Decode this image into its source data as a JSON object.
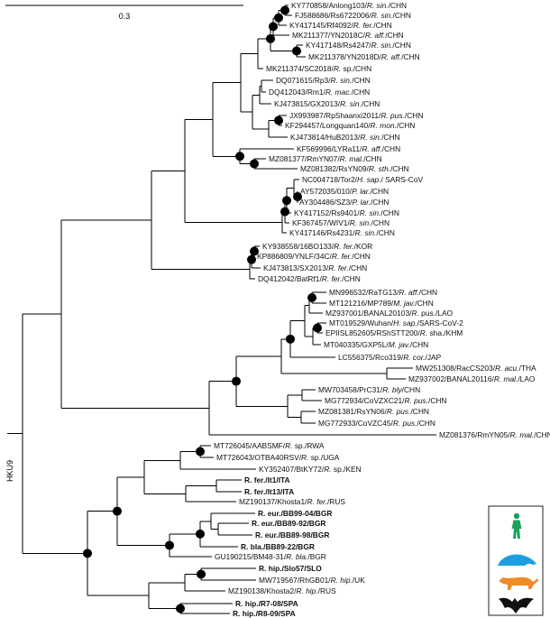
{
  "colors": {
    "black": "#111111",
    "green": "#1aa05a",
    "orange": "#f08c28",
    "blue": "#1e9ee0",
    "red": "#d8201e"
  },
  "scale_bar": {
    "label": "0.3"
  },
  "clade_label": "HKU9",
  "legend_icons": [
    "human-icon",
    "pangolin-icon",
    "civet-icon",
    "bat-icon"
  ],
  "leaves": [
    {
      "id": "L0",
      "segs": [
        {
          "t": "KY770858/Anlong103/"
        },
        {
          "t": "R. sin.",
          "i": true
        },
        {
          "t": "/CHN"
        }
      ]
    },
    {
      "id": "L1",
      "segs": [
        {
          "t": "FJ588686/Rs6722006/"
        },
        {
          "t": "R. sin.",
          "i": true
        },
        {
          "t": "/CHN"
        }
      ]
    },
    {
      "id": "L2",
      "segs": [
        {
          "t": "KY417145/Rf4092/"
        },
        {
          "t": "R. fer.",
          "i": true
        },
        {
          "t": "/CHN"
        }
      ]
    },
    {
      "id": "L3",
      "segs": [
        {
          "t": "MK211377/YN2018C/"
        },
        {
          "t": "R. aff.",
          "i": true
        },
        {
          "t": "/CHN"
        }
      ]
    },
    {
      "id": "L4",
      "segs": [
        {
          "t": "KY417148/Rs4247/"
        },
        {
          "t": "R. sin.",
          "i": true
        },
        {
          "t": "/CHN"
        }
      ]
    },
    {
      "id": "L5",
      "segs": [
        {
          "t": "MK211378/YN2018D/"
        },
        {
          "t": "R. aff.",
          "i": true
        },
        {
          "t": "/CHN"
        }
      ]
    },
    {
      "id": "L6",
      "segs": [
        {
          "t": "MK211374/SC2018/"
        },
        {
          "t": "R.",
          "i": true
        },
        {
          "t": " sp./CHN"
        }
      ]
    },
    {
      "id": "L7",
      "segs": [
        {
          "t": "DQ071615/Rp3/"
        },
        {
          "t": "R. sin.",
          "i": true
        },
        {
          "t": "/CHN"
        }
      ]
    },
    {
      "id": "L8",
      "segs": [
        {
          "t": "DQ412043/Rm1/"
        },
        {
          "t": "R. mac.",
          "i": true
        },
        {
          "t": "/CHN"
        }
      ]
    },
    {
      "id": "L9",
      "segs": [
        {
          "t": "KJ473815/GX2013/"
        },
        {
          "t": "R. sin.",
          "i": true
        },
        {
          "t": "/CHN"
        }
      ]
    },
    {
      "id": "L10",
      "segs": [
        {
          "t": "JX993987/RpShaanxi2011/"
        },
        {
          "t": "R. pus.",
          "i": true
        },
        {
          "t": "/CHN"
        }
      ]
    },
    {
      "id": "L11",
      "segs": [
        {
          "t": "KF294457/Longquan140/"
        },
        {
          "t": "R. mon.",
          "i": true
        },
        {
          "t": "/CHN"
        }
      ]
    },
    {
      "id": "L12",
      "segs": [
        {
          "t": "KJ473814/HuB2013/"
        },
        {
          "t": "R. sin.",
          "i": true
        },
        {
          "t": "/CHN"
        }
      ]
    },
    {
      "id": "L13",
      "segs": [
        {
          "t": "KF569996/LYRa11/"
        },
        {
          "t": "R. aff.",
          "i": true
        },
        {
          "t": "/CHN"
        }
      ]
    },
    {
      "id": "L14",
      "segs": [
        {
          "t": "MZ081377/RmYN07/"
        },
        {
          "t": "R. mal.",
          "i": true
        },
        {
          "t": "/CHN"
        }
      ]
    },
    {
      "id": "L15",
      "segs": [
        {
          "t": "MZ081382/RsYN09/"
        },
        {
          "t": "R. sth.",
          "i": true
        },
        {
          "t": "/CHN"
        }
      ]
    },
    {
      "id": "L16",
      "color": "green",
      "segs": [
        {
          "t": "NC004718/Tor2/"
        },
        {
          "t": "H. sap.",
          "i": true
        },
        {
          "t": "/ SARS-CoV"
        }
      ]
    },
    {
      "id": "L17",
      "color": "orange",
      "segs": [
        {
          "t": "AY572035/010/"
        },
        {
          "t": "P. lar.",
          "i": true
        },
        {
          "t": "/CHN"
        }
      ]
    },
    {
      "id": "L18",
      "color": "orange",
      "segs": [
        {
          "t": "AY304486/SZ3/"
        },
        {
          "t": "P. lar.",
          "i": true
        },
        {
          "t": "/CHN"
        }
      ]
    },
    {
      "id": "L19",
      "segs": [
        {
          "t": "KY417152/Rs9401/"
        },
        {
          "t": "R. sin.",
          "i": true
        },
        {
          "t": "/CHN"
        }
      ]
    },
    {
      "id": "L20",
      "segs": [
        {
          "t": "KF367457/WIV1/"
        },
        {
          "t": "R. sin.",
          "i": true
        },
        {
          "t": "/CHN"
        }
      ]
    },
    {
      "id": "L21",
      "segs": [
        {
          "t": "KY417146/Rs4231/"
        },
        {
          "t": "R. sin.",
          "i": true
        },
        {
          "t": "/CHN"
        }
      ]
    },
    {
      "id": "L22",
      "segs": [
        {
          "t": "KY938558/16BO133/"
        },
        {
          "t": "R. fer.",
          "i": true
        },
        {
          "t": "/KOR"
        }
      ]
    },
    {
      "id": "L23",
      "segs": [
        {
          "t": "KP886809/YNLF/34C/"
        },
        {
          "t": "R. fer.",
          "i": true
        },
        {
          "t": "/CHN"
        }
      ]
    },
    {
      "id": "L24",
      "segs": [
        {
          "t": "KJ473813/SX2013/"
        },
        {
          "t": "R. fer.",
          "i": true
        },
        {
          "t": "/CHN"
        }
      ]
    },
    {
      "id": "L25",
      "segs": [
        {
          "t": "DQ412042/BatRf1/"
        },
        {
          "t": "R. fer.",
          "i": true
        },
        {
          "t": "/CHN"
        }
      ]
    },
    {
      "id": "L26",
      "segs": [
        {
          "t": "MN996532/RaTG13/"
        },
        {
          "t": "R. aff.",
          "i": true
        },
        {
          "t": "/CHN"
        }
      ]
    },
    {
      "id": "L27",
      "color": "blue",
      "segs": [
        {
          "t": "MT121216/MP789/"
        },
        {
          "t": "M. jav.",
          "i": true
        },
        {
          "t": "/CHN"
        }
      ]
    },
    {
      "id": "L28",
      "segs": [
        {
          "t": "MZ937001/BANAL20103/"
        },
        {
          "t": "R.",
          "i": true
        },
        {
          "t": " pus./LAO"
        }
      ]
    },
    {
      "id": "L29",
      "color": "green",
      "segs": [
        {
          "t": "MT019529/Wuhan/"
        },
        {
          "t": "H. sap.",
          "i": true
        },
        {
          "t": "/SARS-CoV-2"
        }
      ]
    },
    {
      "id": "L30",
      "segs": [
        {
          "t": "EPIISL852605/RShSTT200/"
        },
        {
          "t": "R.",
          "i": true
        },
        {
          "t": " sha./KHM"
        }
      ]
    },
    {
      "id": "L31",
      "color": "blue",
      "segs": [
        {
          "t": "MT040335/GXP5L/"
        },
        {
          "t": "M. jav.",
          "i": true
        },
        {
          "t": "/CHN"
        }
      ]
    },
    {
      "id": "L32",
      "segs": [
        {
          "t": "LC556375/Rco319/"
        },
        {
          "t": "R. cor.",
          "i": true
        },
        {
          "t": "/JAP"
        }
      ]
    },
    {
      "id": "L33",
      "segs": [
        {
          "t": "MW251308/RacCS203/"
        },
        {
          "t": "R. acu.",
          "i": true
        },
        {
          "t": "/THA"
        }
      ]
    },
    {
      "id": "L34",
      "segs": [
        {
          "t": "MZ937002/BANAL20116/"
        },
        {
          "t": "R. mal.",
          "i": true
        },
        {
          "t": "/LAO"
        }
      ]
    },
    {
      "id": "L35",
      "segs": [
        {
          "t": "MW703458/PrC31/"
        },
        {
          "t": "R. bly",
          "i": true
        },
        {
          "t": "/CHN"
        }
      ]
    },
    {
      "id": "L36",
      "segs": [
        {
          "t": "MG772934/CoVZXC21/"
        },
        {
          "t": "R. pus.",
          "i": true
        },
        {
          "t": "/CHN"
        }
      ]
    },
    {
      "id": "L37",
      "segs": [
        {
          "t": "MZ081381/RsYN06/"
        },
        {
          "t": "R. pus.",
          "i": true
        },
        {
          "t": "/CHN"
        }
      ]
    },
    {
      "id": "L38",
      "segs": [
        {
          "t": "MG772933/CoVZC45/"
        },
        {
          "t": "R. pus.",
          "i": true
        },
        {
          "t": "/CHN"
        }
      ]
    },
    {
      "id": "L39",
      "segs": [
        {
          "t": "MZ081376/RmYN05/"
        },
        {
          "t": "R. mal.",
          "i": true
        },
        {
          "t": "/CHN"
        }
      ]
    },
    {
      "id": "L40",
      "segs": [
        {
          "t": "MT726045/AABSMF/"
        },
        {
          "t": "R.",
          "i": true
        },
        {
          "t": " sp./RWA"
        }
      ]
    },
    {
      "id": "L41",
      "segs": [
        {
          "t": "MT726043/OTBA40RSV/"
        },
        {
          "t": "R.",
          "i": true
        },
        {
          "t": " sp./UGA"
        }
      ]
    },
    {
      "id": "L42",
      "segs": [
        {
          "t": "KY352407/BtKY72/"
        },
        {
          "t": "R.",
          "i": true
        },
        {
          "t": " sp./KEN"
        }
      ]
    },
    {
      "id": "L43",
      "color": "red",
      "bold": true,
      "segs": [
        {
          "t": "R. fer./It1/ITA"
        }
      ]
    },
    {
      "id": "L44",
      "color": "red",
      "bold": true,
      "segs": [
        {
          "t": "R. fer./It13/ITA"
        }
      ]
    },
    {
      "id": "L45",
      "segs": [
        {
          "t": "MZ190137/Khosta1/"
        },
        {
          "t": "R. fer.",
          "i": true
        },
        {
          "t": "/RUS"
        }
      ]
    },
    {
      "id": "L46",
      "color": "red",
      "bold": true,
      "segs": [
        {
          "t": "R. eur./BB99-04/BGR"
        }
      ]
    },
    {
      "id": "L47",
      "color": "red",
      "bold": true,
      "segs": [
        {
          "t": "R. eur./BB89-92/BGR"
        }
      ]
    },
    {
      "id": "L48",
      "color": "red",
      "bold": true,
      "segs": [
        {
          "t": "R. eur./BB89-98/BGR"
        }
      ]
    },
    {
      "id": "L49",
      "color": "red",
      "bold": true,
      "segs": [
        {
          "t": "R. bla./BB89-22/BGR"
        }
      ]
    },
    {
      "id": "L50",
      "segs": [
        {
          "t": "GU190215/BM48-31/"
        },
        {
          "t": "R. bla.",
          "i": true
        },
        {
          "t": "/BGR"
        }
      ]
    },
    {
      "id": "L51",
      "color": "red",
      "bold": true,
      "segs": [
        {
          "t": "R. hip./Slo57/SLO"
        }
      ]
    },
    {
      "id": "L52",
      "segs": [
        {
          "t": "MW719567/RhGB01/"
        },
        {
          "t": "R. hip.",
          "i": true
        },
        {
          "t": "/UK"
        }
      ]
    },
    {
      "id": "L53",
      "segs": [
        {
          "t": "MZ190138/Khosta2/"
        },
        {
          "t": "R. hip.",
          "i": true
        },
        {
          "t": "/RUS"
        }
      ]
    },
    {
      "id": "L54",
      "color": "red",
      "bold": true,
      "segs": [
        {
          "t": "R. hip./R7-08/SPA"
        }
      ]
    },
    {
      "id": "L55",
      "color": "red",
      "bold": true,
      "segs": [
        {
          "t": "R. hip./R8-09/SPA"
        }
      ]
    }
  ]
}
